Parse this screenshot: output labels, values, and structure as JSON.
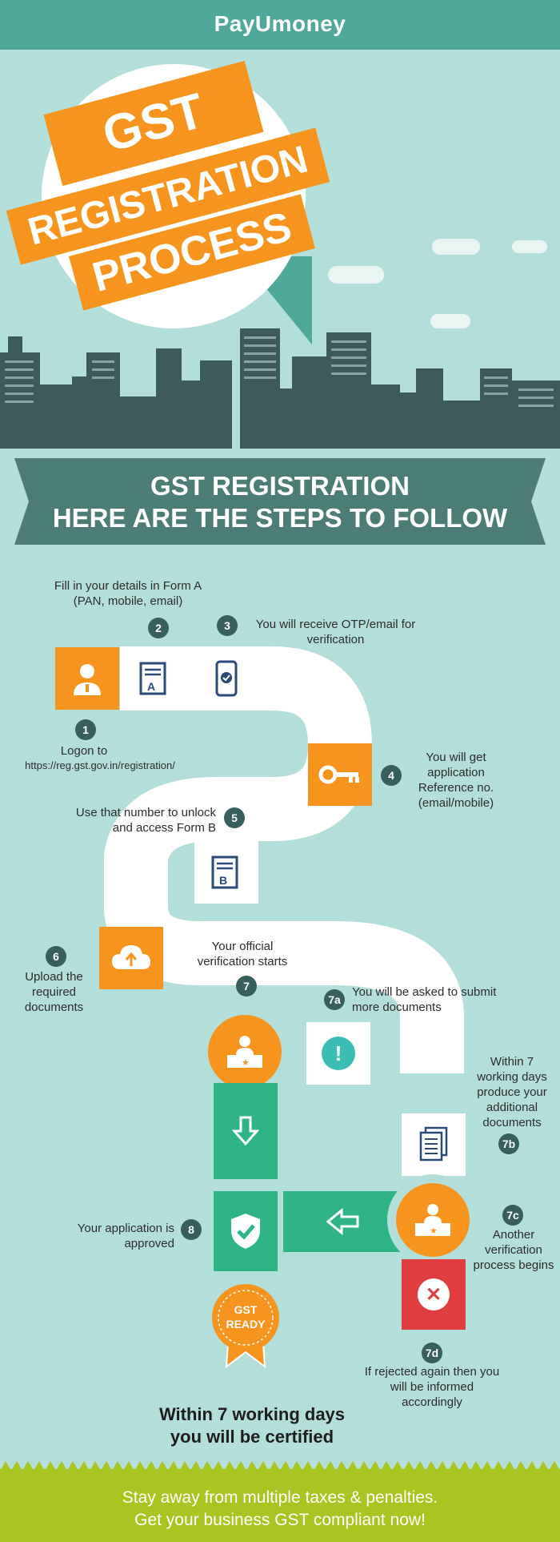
{
  "brand": {
    "name": "PayUmoney"
  },
  "hero": {
    "line1": "GST",
    "line2": "REGISTRATION",
    "line3": "PROCESS"
  },
  "banner": {
    "line1": "GST REGISTRATION",
    "line2": "HERE ARE THE STEPS TO FOLLOW"
  },
  "steps": {
    "s1_num": "1",
    "s1_text_a": "Logon to",
    "s1_text_b": "https://reg.gst.gov.in/registration/",
    "s2_num": "2",
    "s2_text": "Fill in your details in Form A (PAN, mobile, email)",
    "s3_num": "3",
    "s3_text": "You will receive OTP/email for verification",
    "s4_num": "4",
    "s4_text": "You will get application Reference no. (email/mobile)",
    "s5_num": "5",
    "s5_text": "Use that number to unlock and access Form B",
    "s6_num": "6",
    "s6_text": "Upload the required documents",
    "s7_num": "7",
    "s7_text": "Your official verification starts",
    "s7a_num": "7a",
    "s7a_text": "You will be asked to submit more documents",
    "s7b_num": "7b",
    "s7b_text": "Within 7 working days produce your additional documents",
    "s7c_num": "7c",
    "s7c_text": "Another verification process begins",
    "s7d_num": "7d",
    "s7d_text": "If rejected again then you will be informed accordingly",
    "s8_num": "8",
    "s8_text": "Your application is approved"
  },
  "tiles": {
    "form_a": "A",
    "form_b": "B",
    "alert": "!"
  },
  "badge": {
    "line1": "GST",
    "line2": "READY"
  },
  "certified": {
    "line1": "Within 7 working days",
    "line2": "you will be certified"
  },
  "footer": {
    "line1": "Stay away from multiple taxes & penalties.",
    "line2": "Get your business GST compliant now!"
  },
  "colors": {
    "teal": "#4fa89a",
    "orange": "#f7941d",
    "green": "#2fb585",
    "red": "#e03e3e",
    "dark": "#365f5e",
    "lime": "#a8c521",
    "bg": "#b3dfdb"
  },
  "icons": [
    "user-key-icon",
    "form-icon",
    "phone-check-icon",
    "key-icon",
    "cloud-upload-icon",
    "officer-desk-icon",
    "exclamation-icon",
    "documents-icon",
    "down-arrow-icon",
    "left-arrow-icon",
    "shield-check-icon",
    "close-icon",
    "rosette-badge-icon"
  ]
}
